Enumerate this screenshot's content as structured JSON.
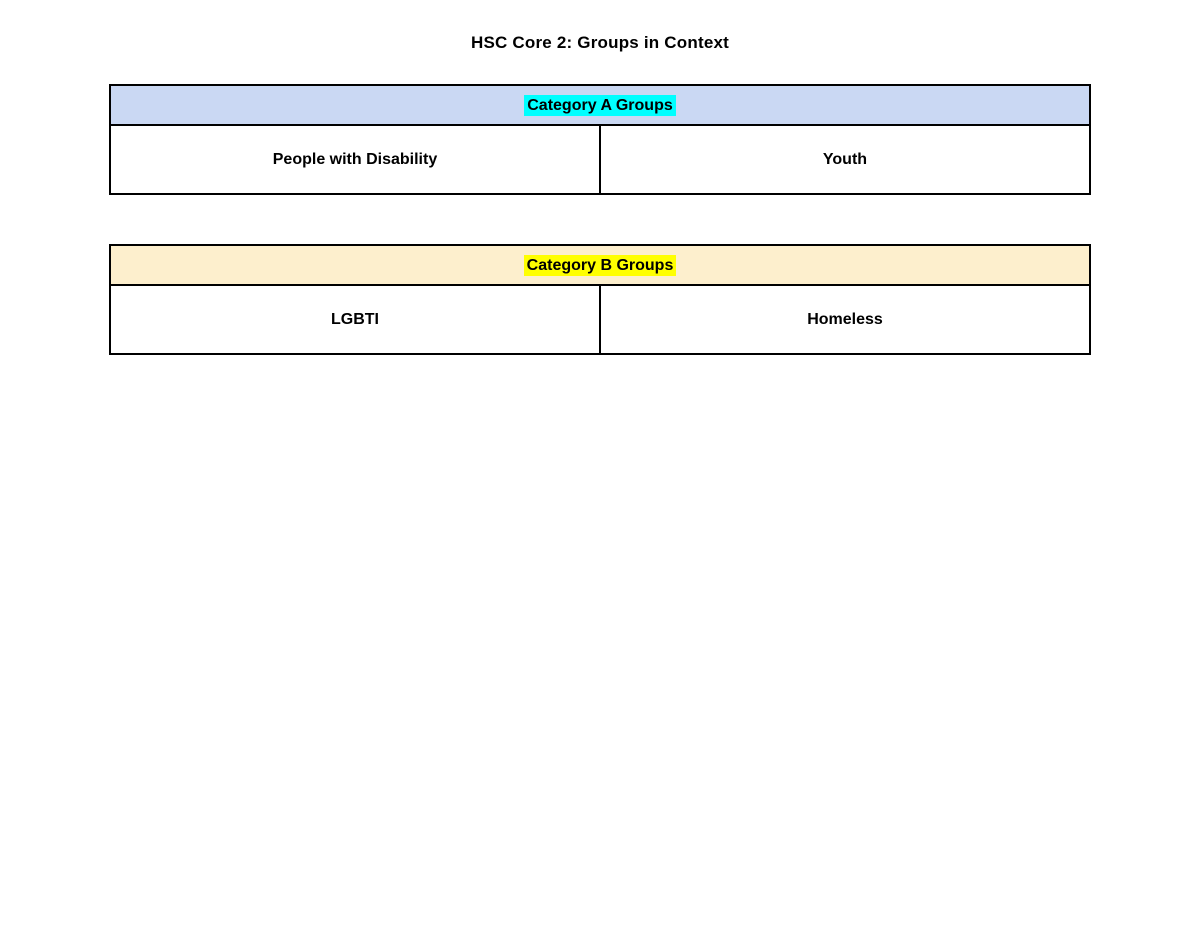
{
  "page": {
    "title": "HSC Core 2: Groups in Context"
  },
  "tables": [
    {
      "name": "Category A",
      "header": {
        "label": "Category A Groups",
        "bg": "#CAD8F3",
        "highlight": "#00FFFF"
      },
      "cells": [
        {
          "label": "People with Disability"
        },
        {
          "label": "Youth"
        }
      ]
    },
    {
      "name": "Category B",
      "header": {
        "label": "Category B Groups",
        "bg": "#FDEFCD",
        "highlight": "#FFFF00"
      },
      "cells": [
        {
          "label": "LGBTI"
        },
        {
          "label": "Homeless"
        }
      ]
    }
  ]
}
